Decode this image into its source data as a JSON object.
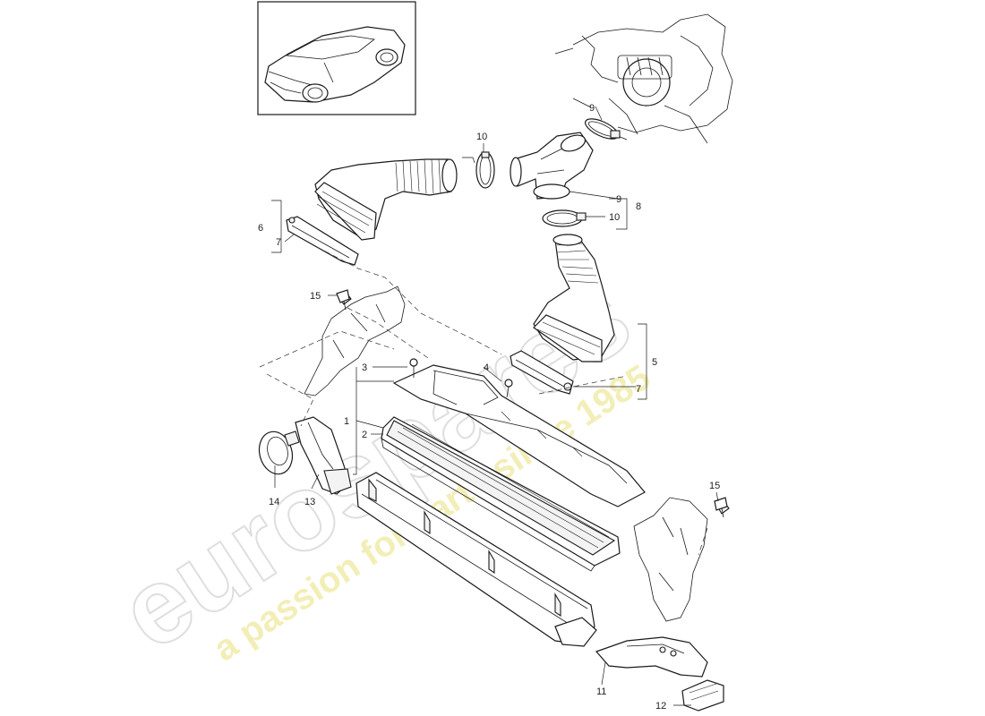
{
  "callouts": {
    "c1": "1",
    "c2": "2",
    "c3": "3",
    "c4": "4",
    "c5": "5",
    "c6": "6",
    "c7a": "7",
    "c7b": "7",
    "c8": "8",
    "c9a": "9",
    "c9b": "9",
    "c10a": "10",
    "c10b": "10",
    "c11": "11",
    "c12": "12",
    "c13": "13",
    "c14": "14",
    "c15a": "15",
    "c15b": "15"
  },
  "watermark": {
    "brand": "eurospares",
    "tagline": "a passion for parts since 1985"
  },
  "colors": {
    "line": "#1a1a1a",
    "watermark_outline": "#d9d9d9",
    "watermark_tagline": "#efe9a0"
  }
}
